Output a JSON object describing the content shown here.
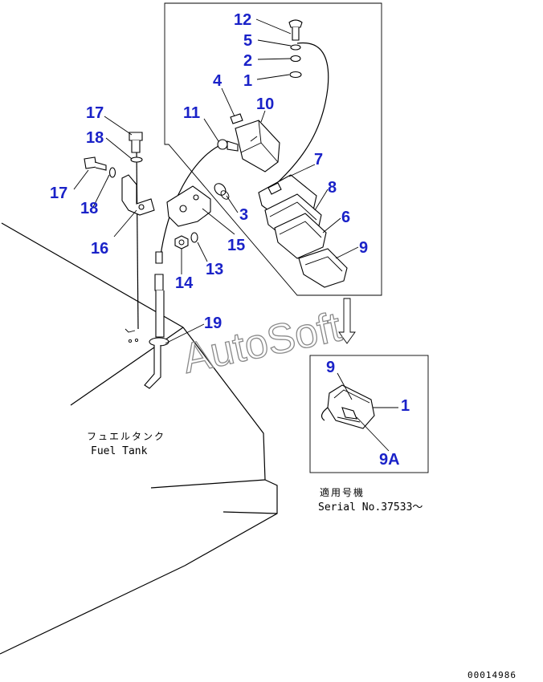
{
  "callouts": {
    "c12": "12",
    "c5": "5",
    "c2": "2",
    "c1": "1",
    "c4": "4",
    "c10": "10",
    "c11": "11",
    "c17a": "17",
    "c18a": "18",
    "c17b": "17",
    "c18b": "18",
    "c16": "16",
    "c7": "7",
    "c8": "8",
    "c6": "6",
    "c9": "9",
    "c3": "3",
    "c15": "15",
    "c13": "13",
    "c14": "14",
    "c19": "19",
    "d9": "9",
    "d1": "1",
    "d9a": "9A"
  },
  "labels": {
    "fuel_tank_jp": "フュエルタンク",
    "fuel_tank_en": "Fuel Tank",
    "serial_jp": "適用号機",
    "serial_en": "Serial No.37533～",
    "watermark": "AutoSoft",
    "drawing_no": "00014986"
  }
}
